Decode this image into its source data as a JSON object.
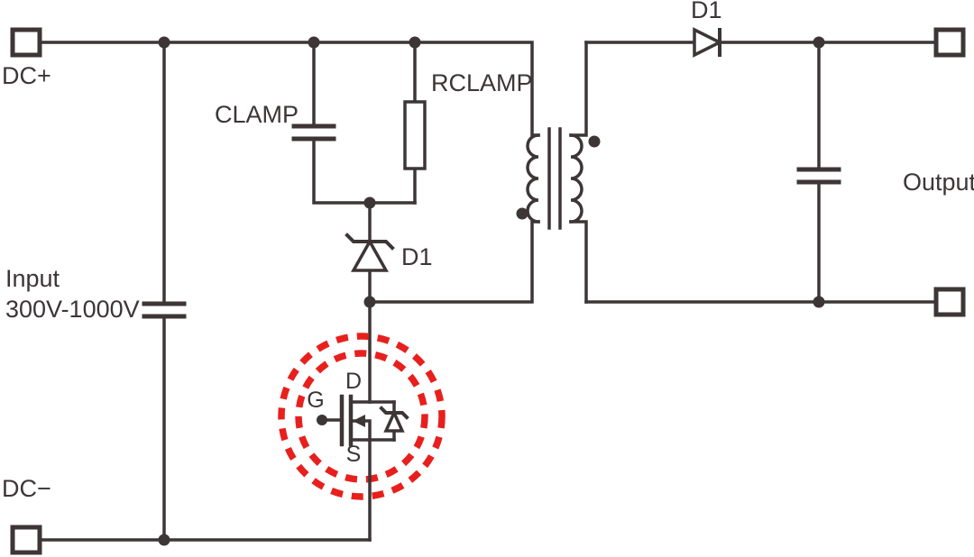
{
  "colors": {
    "line": "#3d3536",
    "highlight": "#e8201d",
    "background": "#ffffff"
  },
  "labels": {
    "dc_plus": "DC+",
    "dc_minus": "DC−",
    "input_line1": "Input",
    "input_line2": "300V-1000V",
    "clamp_capacitor": "CLAMP",
    "clamp_resistor": "RCLAMP",
    "clamp_diode": "D1",
    "output_diode": "D1",
    "output": "Output",
    "mosfet_drain": "D",
    "mosfet_gate": "G",
    "mosfet_source": "S"
  },
  "components": {
    "input_terminal_positive": "DC+ input terminal",
    "input_terminal_negative": "DC− input terminal",
    "input_capacitor": "input bulk capacitor",
    "clamp_network": "RCD clamp: CLAMP capacitor, RCLAMP resistor, D1 zener diode",
    "transformer": "flyback transformer with phase dots",
    "switch": "power MOSFET highlighted by red dashed circles",
    "output_rectifier": "output diode D1",
    "output_capacitor": "output filter capacitor",
    "output_terminals": "output terminals"
  }
}
